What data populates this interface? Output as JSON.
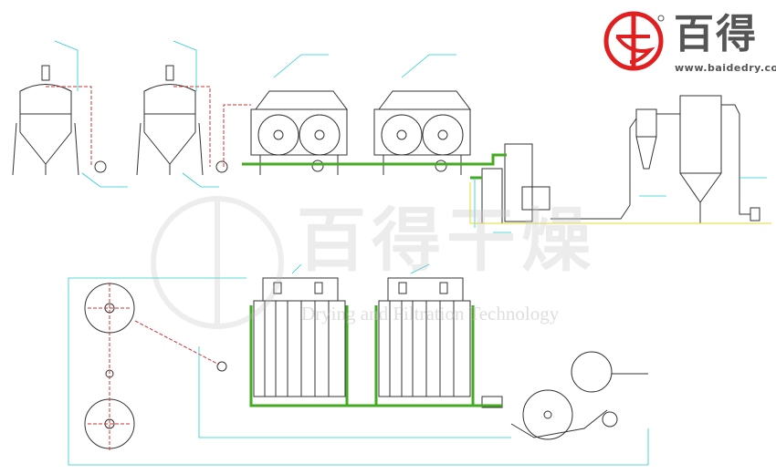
{
  "logo": {
    "name": "百得",
    "url": "www.baidedry.com",
    "brand_color": "#e02020",
    "text_color": "#555555"
  },
  "watermark": {
    "name_cn": "百得干燥",
    "tagline": "Drying and Filtration Technology"
  },
  "colors": {
    "outline": "#333333",
    "dimension": "#22cccc",
    "pipe": "#44aa22",
    "centerline": "#cc3333",
    "flow": "#dddd33"
  }
}
